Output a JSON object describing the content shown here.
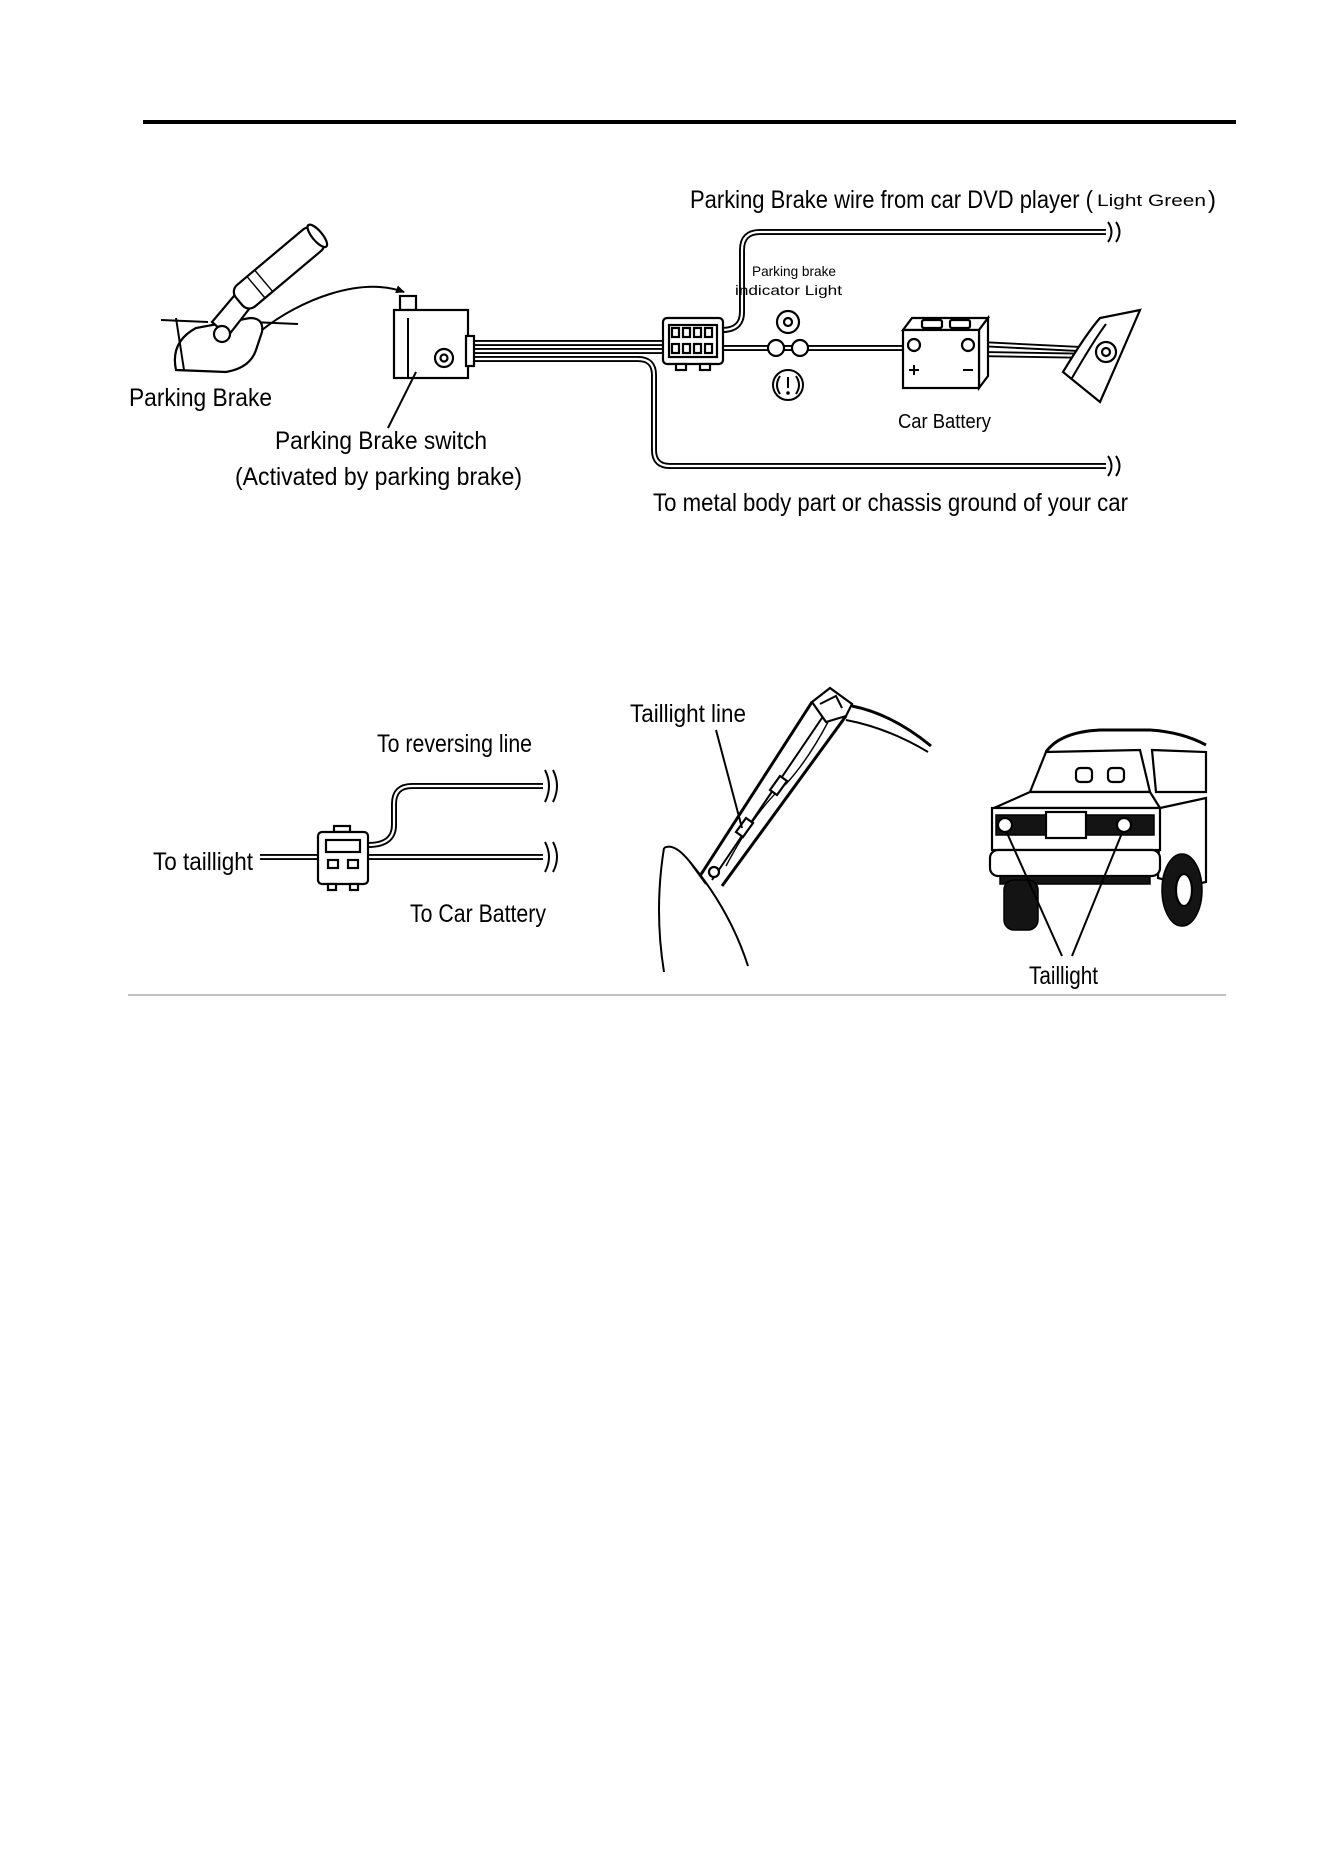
{
  "parking_brake_diagram": {
    "dvd_wire_label": "Parking Brake wire from car DVD player (",
    "dvd_wire_color_label": "Light Green",
    "dvd_wire_label_close": ")",
    "indicator_label_line1": "Parking brake",
    "indicator_label_line2": "indicator Light",
    "parking_brake_label": "Parking Brake",
    "switch_label": "Parking Brake switch",
    "switch_note": "(Activated by parking brake)",
    "battery_label": "Car Battery",
    "ground_label": "To metal body part or chassis ground of your car"
  },
  "taillight_diagram": {
    "reversing_line_label": "To reversing line",
    "to_taillight_label": "To taillight",
    "to_battery_label": "To Car Battery",
    "taillight_line_label": "Taillight line",
    "taillight_label": "Taillight"
  }
}
